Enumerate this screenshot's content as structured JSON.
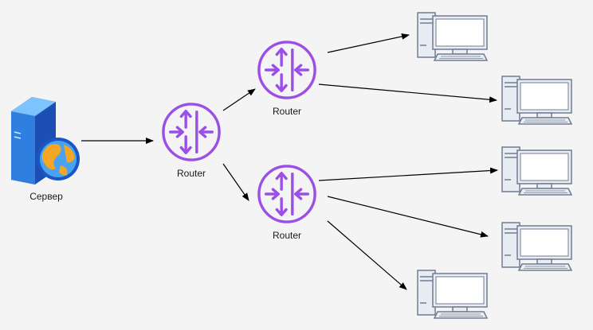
{
  "nodes": {
    "server": {
      "label": "Сервер"
    },
    "router_main": {
      "label": "Router"
    },
    "router_top": {
      "label": "Router"
    },
    "router_bottom": {
      "label": "Router"
    }
  },
  "colors": {
    "background": "#f4f4f4",
    "router_stroke": "#9b4fe6",
    "arrow": "#000000",
    "pc_fill": "#e8ecf3",
    "pc_stroke": "#6f7d92",
    "pc_screen": "#ffffff",
    "server_front": "#2f7fe0",
    "server_side": "#1b4fb4",
    "globe": "#f5a623"
  },
  "icons": {
    "server": "server-globe-icon",
    "router": "router-icon",
    "pc": "desktop-computer-icon"
  },
  "connections": [
    {
      "from": "Сервер",
      "to": "Router"
    },
    {
      "from": "Router",
      "to": "Router (top)"
    },
    {
      "from": "Router",
      "to": "Router (bottom)"
    },
    {
      "from": "Router (top)",
      "to": "PC 1"
    },
    {
      "from": "Router (top)",
      "to": "PC 2"
    },
    {
      "from": "Router (bottom)",
      "to": "PC 3"
    },
    {
      "from": "Router (bottom)",
      "to": "PC 4"
    },
    {
      "from": "Router (bottom)",
      "to": "PC 5"
    }
  ]
}
